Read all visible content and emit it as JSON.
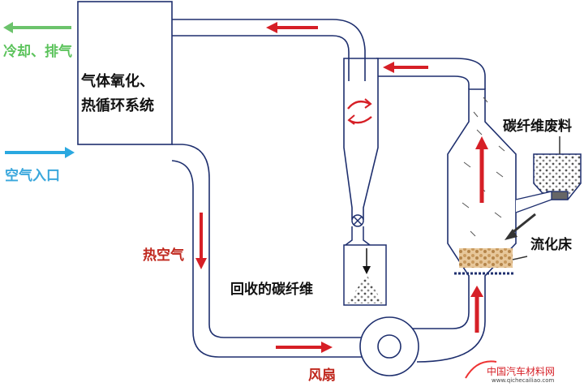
{
  "labels": {
    "cool_exhaust": "冷却、排气",
    "air_inlet": "空气入口",
    "oxidation_line1": "气体氧化、",
    "oxidation_line2": "热循环系统",
    "hot_air": "热空气",
    "recovered_fiber": "回收的碳纤维",
    "fan": "风扇",
    "cf_waste": "碳纤维废料",
    "fluid_bed": "流化床"
  },
  "watermark": {
    "site_name": "中国汽车材料网",
    "site_url": "www.qichecailiao.com"
  },
  "colors": {
    "pipe_stroke": "#1e2f6e",
    "flow_arrow": "#d61f26",
    "exhaust_arrow": "#6cc36c",
    "inlet_arrow": "#2aa8e0",
    "hot_air_text": "#c0281e"
  }
}
